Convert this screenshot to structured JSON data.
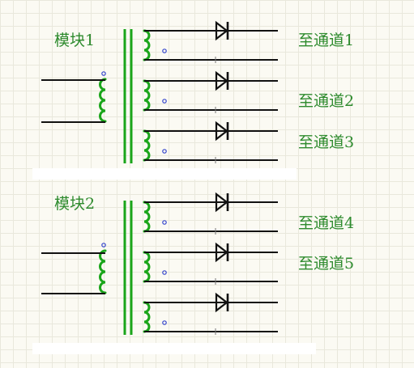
{
  "modules": [
    {
      "label": "模块1",
      "outputs": [
        "至通道1",
        "至通道2",
        "至通道3"
      ]
    },
    {
      "label": "模块2",
      "outputs": [
        "至通道4",
        "至通道5",
        ""
      ]
    }
  ],
  "colors": {
    "wire": "#111111",
    "coil": "#1aa51a",
    "label": "#2e8b2e",
    "dot": "#3344cc"
  }
}
